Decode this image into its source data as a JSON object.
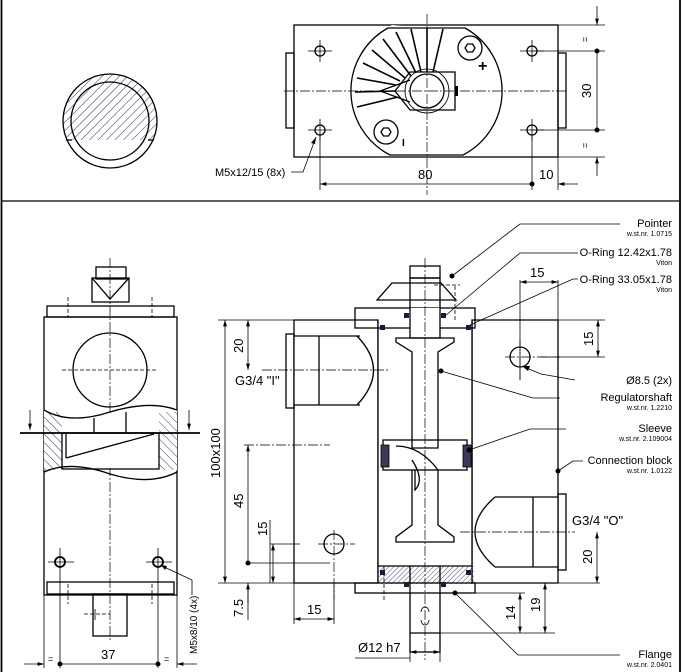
{
  "drawing": {
    "colors": {
      "line": "#000000",
      "hatch": "#3a3a6a",
      "seal": "#3a3a5a",
      "background": "#ffffff"
    },
    "top_view": {
      "dim_width": "80",
      "dim_edge": "10",
      "dim_height": "30",
      "equal_top": "=",
      "equal_bottom": "=",
      "thread_note": "M5x12/15 (8x)",
      "plus_mark": "+",
      "minus_mark": "I"
    },
    "side_view": {
      "dim_width": "37",
      "equal_left": "=",
      "equal_right": "=",
      "thread_note": "M5x8/10 (4x)"
    },
    "section_view": {
      "dim_overall": "100x100",
      "dim_inlet_offset": "20",
      "dim_lower_45": "45",
      "dim_hole_15_v": "15",
      "dim_hole_15_h": "15",
      "dim_bottom_7_5": "7.5",
      "dim_top_15_h": "15",
      "dim_top_15_v": "15",
      "dim_outlet_20": "20",
      "dim_14": "14",
      "dim_19": "19",
      "dim_shaft": "Ø12 h7",
      "port_in": "G3/4 \"I\"",
      "port_out": "G3/4 \"O\""
    },
    "callouts": [
      {
        "title": "Pointer",
        "material": "w.st.nr. 1.0715"
      },
      {
        "title": "O-Ring 12.42x1.78",
        "material": "Viton"
      },
      {
        "title": "O-Ring 33.05x1.78",
        "material": "Viton"
      },
      {
        "title": "Ø8.5 (2x)",
        "material": ""
      },
      {
        "title": "Regulatorshaft",
        "material": "w.st.nr. 1.2210"
      },
      {
        "title": "Sleeve",
        "material": "w.st.nr. 2.109004"
      },
      {
        "title": "Connection block",
        "material": "w.st.nr. 1.0122"
      },
      {
        "title": "Flange",
        "material": "w.st.nr. 2.0401"
      }
    ]
  }
}
